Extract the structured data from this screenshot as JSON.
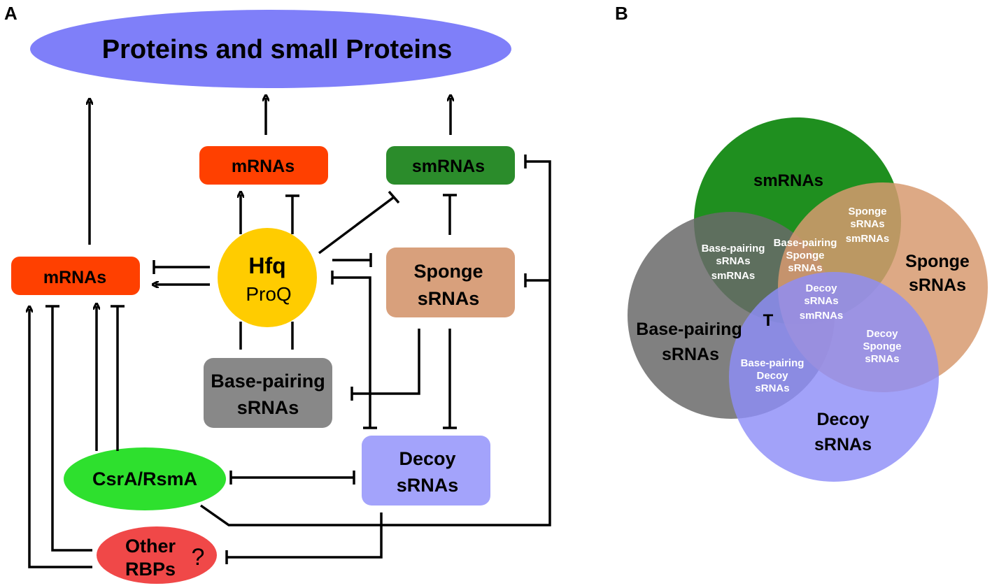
{
  "panels": {
    "a": "A",
    "b": "B"
  },
  "diagram": {
    "proteins": "Proteins and small Proteins",
    "mrnas_top": "mRNAs",
    "smrnas": "smRNAs",
    "mrnas_left": "mRNAs",
    "hfq": "Hfq",
    "proq": "ProQ",
    "sponge_1": "Sponge",
    "sponge_2": "sRNAs",
    "basepairing_1": "Base-pairing",
    "basepairing_2": "sRNAs",
    "csra": "CsrA/RsmA",
    "decoy_1": "Decoy",
    "decoy_2": "sRNAs",
    "other_1": "Other",
    "other_2": "RBPs",
    "question": "?"
  },
  "venn": {
    "smrnas": "smRNAs",
    "sponge_1": "Sponge",
    "sponge_2": "sRNAs",
    "basepairing_1": "Base-pairing",
    "basepairing_2": "sRNAs",
    "decoy_1": "Decoy",
    "decoy_2": "sRNAs",
    "bp_sm": [
      "Base-pairing",
      "sRNAs",
      "smRNAs"
    ],
    "bp_sponge": [
      "Base-pairing",
      "Sponge",
      "sRNAs"
    ],
    "sponge_sm": [
      "Sponge",
      "sRNAs",
      "smRNAs"
    ],
    "decoy_sm": [
      "Decoy",
      "sRNAs",
      "smRNAs"
    ],
    "bp_decoy": [
      "Base-pairing",
      "Decoy",
      "sRNAs"
    ],
    "decoy_sponge": [
      "Decoy",
      "Sponge",
      "sRNAs"
    ],
    "t": "T"
  },
  "colors": {
    "proteins": "#7f7ff9",
    "mrna": "#ff4000",
    "smrna": "#2b8c2b",
    "hfq": "#ffcc00",
    "sponge": "#d8a07c",
    "basepairing": "#888888",
    "csra": "#2ee02e",
    "decoy": "#a3a3fb",
    "other": "#f04848",
    "venn_green": "#1f8f1f",
    "venn_orange": "#d79a70",
    "venn_grey": "#6a6a6a",
    "venn_blue": "#8d8df8"
  }
}
